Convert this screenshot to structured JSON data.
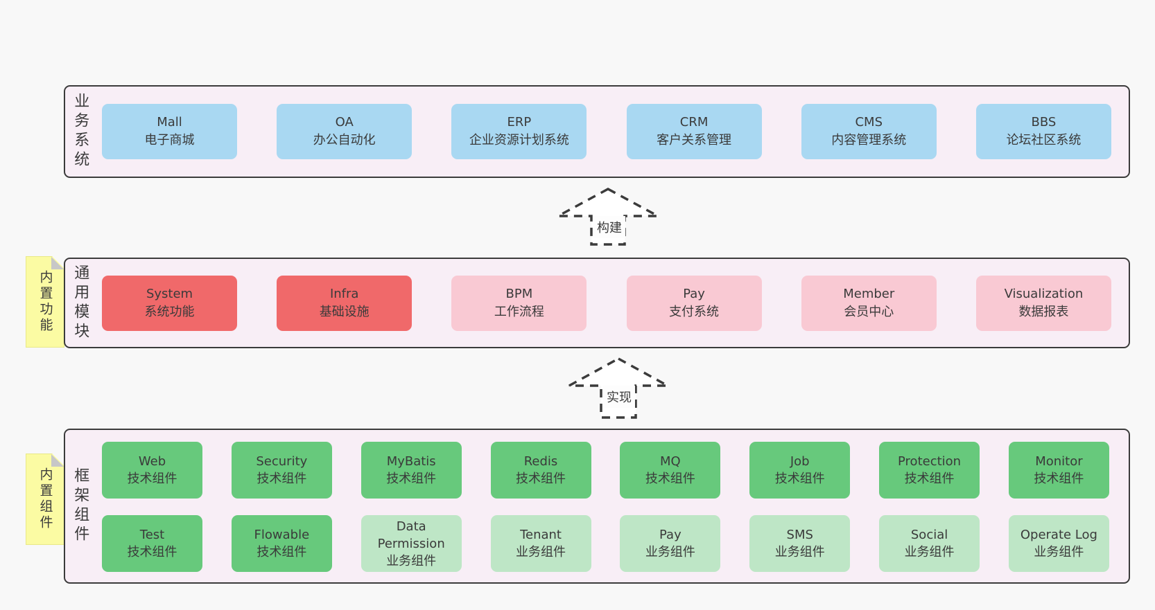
{
  "business": {
    "label": "业务系统",
    "boxes": [
      {
        "title": "Mall",
        "subtitle": "电子商城"
      },
      {
        "title": "OA",
        "subtitle": "办公自动化"
      },
      {
        "title": "ERP",
        "subtitle": "企业资源计划系统"
      },
      {
        "title": "CRM",
        "subtitle": "客户关系管理"
      },
      {
        "title": "CMS",
        "subtitle": "内容管理系统"
      },
      {
        "title": "BBS",
        "subtitle": "论坛社区系统"
      }
    ]
  },
  "arrows": {
    "build": {
      "label": "构建"
    },
    "implement": {
      "label": "实现"
    }
  },
  "modules": {
    "label": "通用模块",
    "sticky": "内置功能",
    "boxes": [
      {
        "title": "System",
        "subtitle": "系统功能",
        "variant": "red"
      },
      {
        "title": "Infra",
        "subtitle": "基础设施",
        "variant": "red"
      },
      {
        "title": "BPM",
        "subtitle": "工作流程",
        "variant": "pink"
      },
      {
        "title": "Pay",
        "subtitle": "支付系统",
        "variant": "pink"
      },
      {
        "title": "Member",
        "subtitle": "会员中心",
        "variant": "pink"
      },
      {
        "title": "Visualization",
        "subtitle": "数据报表",
        "variant": "pink"
      }
    ]
  },
  "components": {
    "label": "框架组件",
    "sticky": "内置组件",
    "row1": [
      {
        "title": "Web",
        "subtitle": "技术组件",
        "variant": "green"
      },
      {
        "title": "Security",
        "subtitle": "技术组件",
        "variant": "green"
      },
      {
        "title": "MyBatis",
        "subtitle": "技术组件",
        "variant": "green"
      },
      {
        "title": "Redis",
        "subtitle": "技术组件",
        "variant": "green"
      },
      {
        "title": "MQ",
        "subtitle": "技术组件",
        "variant": "green"
      },
      {
        "title": "Job",
        "subtitle": "技术组件",
        "variant": "green"
      },
      {
        "title": "Protection",
        "subtitle": "技术组件",
        "variant": "green"
      },
      {
        "title": "Monitor",
        "subtitle": "技术组件",
        "variant": "green"
      }
    ],
    "row2": [
      {
        "title": "Test",
        "subtitle": "技术组件",
        "variant": "green"
      },
      {
        "title": "Flowable",
        "subtitle": "技术组件",
        "variant": "green"
      },
      {
        "title": "Data Permission",
        "subtitle": "业务组件",
        "variant": "green-light"
      },
      {
        "title": "Tenant",
        "subtitle": "业务组件",
        "variant": "green-light"
      },
      {
        "title": "Pay",
        "subtitle": "业务组件",
        "variant": "green-light"
      },
      {
        "title": "SMS",
        "subtitle": "业务组件",
        "variant": "green-light"
      },
      {
        "title": "Social",
        "subtitle": "业务组件",
        "variant": "green-light"
      },
      {
        "title": "Operate Log",
        "subtitle": "业务组件",
        "variant": "green-light"
      }
    ]
  },
  "colors": {
    "page_background": "#f8f8f8",
    "panel_background": "#f8eef6",
    "panel_border": "#3b3b3b",
    "blue_box": "#a9d8f2",
    "red_box": "#f0696a",
    "pink_box": "#f9c9d3",
    "green_box": "#67c97c",
    "light_green_box": "#bee6c6",
    "sticky_note": "#fbfba3",
    "sticky_fold": "#c7c7c7",
    "text": "#3a3a3a"
  }
}
